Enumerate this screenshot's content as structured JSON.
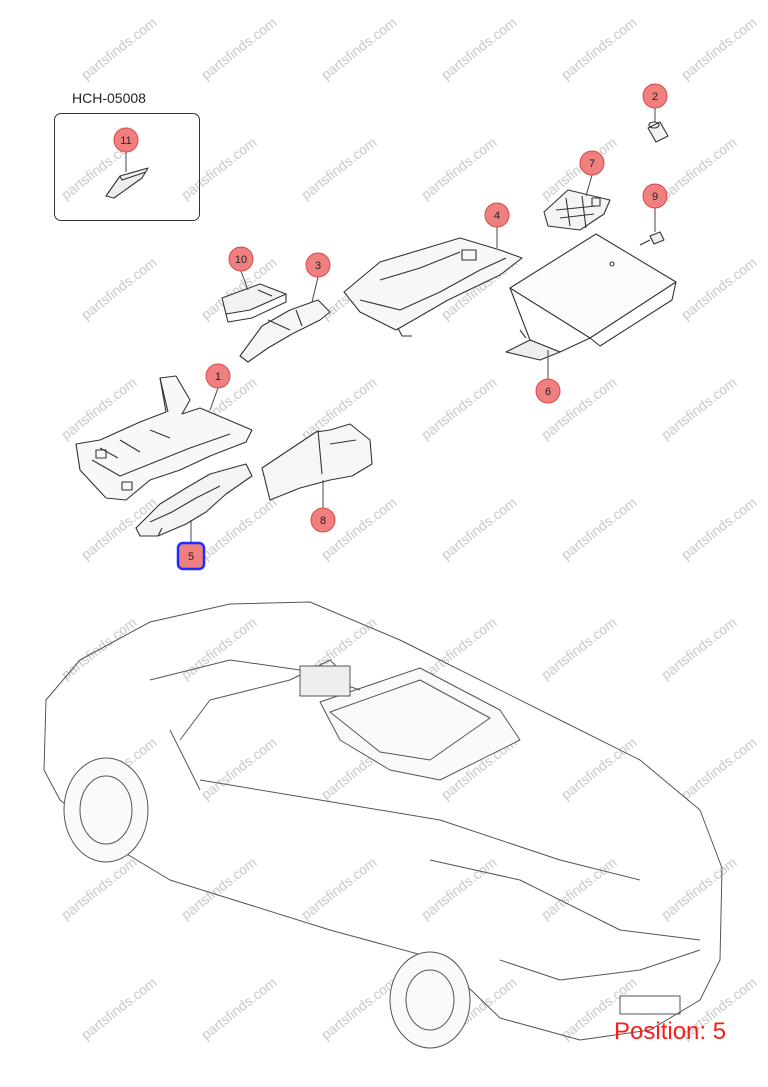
{
  "diagram": {
    "part_code": "HCH-05008",
    "position_label": "Position: 5",
    "watermark": "partsfinds.com",
    "callouts": [
      {
        "id": "11",
        "selected": false
      },
      {
        "id": "2",
        "selected": false
      },
      {
        "id": "7",
        "selected": false
      },
      {
        "id": "4",
        "selected": false
      },
      {
        "id": "9",
        "selected": false
      },
      {
        "id": "10",
        "selected": false
      },
      {
        "id": "3",
        "selected": false
      },
      {
        "id": "6",
        "selected": false
      },
      {
        "id": "1",
        "selected": false
      },
      {
        "id": "8",
        "selected": false
      },
      {
        "id": "5",
        "selected": true
      }
    ],
    "colors": {
      "callout_fill": "#f08080",
      "callout_stroke": "#d94848",
      "selected_stroke": "#1a2fff",
      "position_text": "#ff1a1a",
      "line_art": "#333333"
    }
  }
}
